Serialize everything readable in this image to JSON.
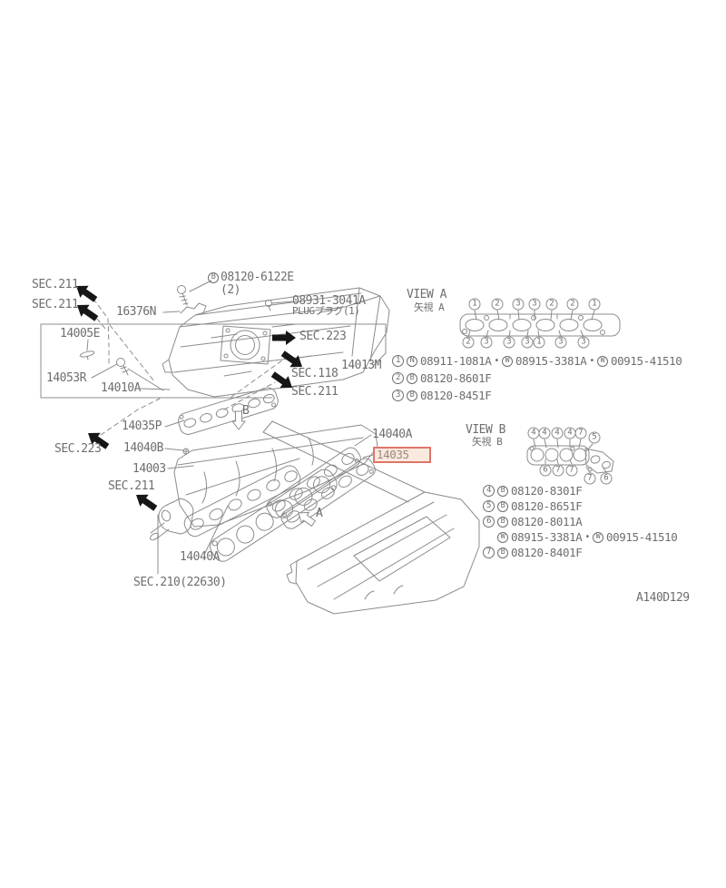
{
  "colors": {
    "line": "#8c8c8c",
    "text": "#6e6e6e",
    "arrow": "#161616",
    "highlight_border": "#e0746a",
    "highlight_fill": "#faeade",
    "highlight_text": "#9a8780"
  },
  "labels": {
    "sec211_tl1": "SEC.211",
    "sec211_tl2": "SEC.211",
    "n16376": "16376N",
    "bolt_top": {
      "letter": "B",
      "code": "08120-6122E",
      "qty": "(2)"
    },
    "plug": {
      "code": "08931-3041A",
      "desc": "PLUGプラグ(1)"
    },
    "n14005e": "14005E",
    "sec223_right": "SEC.223",
    "n14053r": "14053R",
    "n14010a": "14010A",
    "sec118": "SEC.118",
    "sec211_right": "SEC.211",
    "n14013m": "14013M",
    "n14035p": "14035P",
    "sec223_left": "SEC.223",
    "n14040b": "14040B",
    "n14003": "14003",
    "sec211_mid": "SEC.211",
    "n14040a_bottom": "14040A",
    "sec210": "SEC.210(22630)",
    "n14040a_right": "14040A",
    "n14035": "14035",
    "letter_b": "B",
    "letter_a": "A",
    "diagram_code": "A140D129"
  },
  "view_a": {
    "title": "VIEW A",
    "title_jp": "矢視 A",
    "callouts_top": [
      "1",
      "2",
      "3",
      "3",
      "2",
      "2",
      "1"
    ],
    "callouts_bottom": [
      "2",
      "3",
      "3",
      "3",
      "1",
      "3",
      "3"
    ],
    "separator": "•",
    "parts": [
      {
        "num": "1",
        "segments": [
          {
            "letter": "N",
            "code": "08911-1081A"
          },
          {
            "letter": "W",
            "code": "08915-3381A"
          },
          {
            "letter": "W",
            "code": "00915-41510"
          }
        ]
      },
      {
        "num": "2",
        "segments": [
          {
            "letter": "B",
            "code": "08120-8601F"
          }
        ]
      },
      {
        "num": "3",
        "segments": [
          {
            "letter": "B",
            "code": "08120-8451F"
          }
        ]
      }
    ]
  },
  "view_b": {
    "title": "VIEW B",
    "title_jp": "矢視 B",
    "callouts_top": [
      "4",
      "4",
      "4",
      "4",
      "7",
      "5"
    ],
    "callouts_bottom": [
      "6",
      "7",
      "7",
      "7",
      "6"
    ],
    "separator": "•",
    "parts": [
      {
        "num": "4",
        "segments": [
          {
            "letter": "B",
            "code": "08120-8301F"
          }
        ]
      },
      {
        "num": "5",
        "segments": [
          {
            "letter": "B",
            "code": "08120-8651F"
          }
        ]
      },
      {
        "num": "6",
        "segments": [
          {
            "letter": "B",
            "code": "08120-8011A"
          }
        ]
      },
      {
        "num": "",
        "segments": [
          {
            "letter": "W",
            "code": "08915-3381A"
          },
          {
            "letter": "W",
            "code": "00915-41510"
          }
        ]
      },
      {
        "num": "7",
        "segments": [
          {
            "letter": "B",
            "code": "08120-8401F"
          }
        ]
      }
    ]
  }
}
